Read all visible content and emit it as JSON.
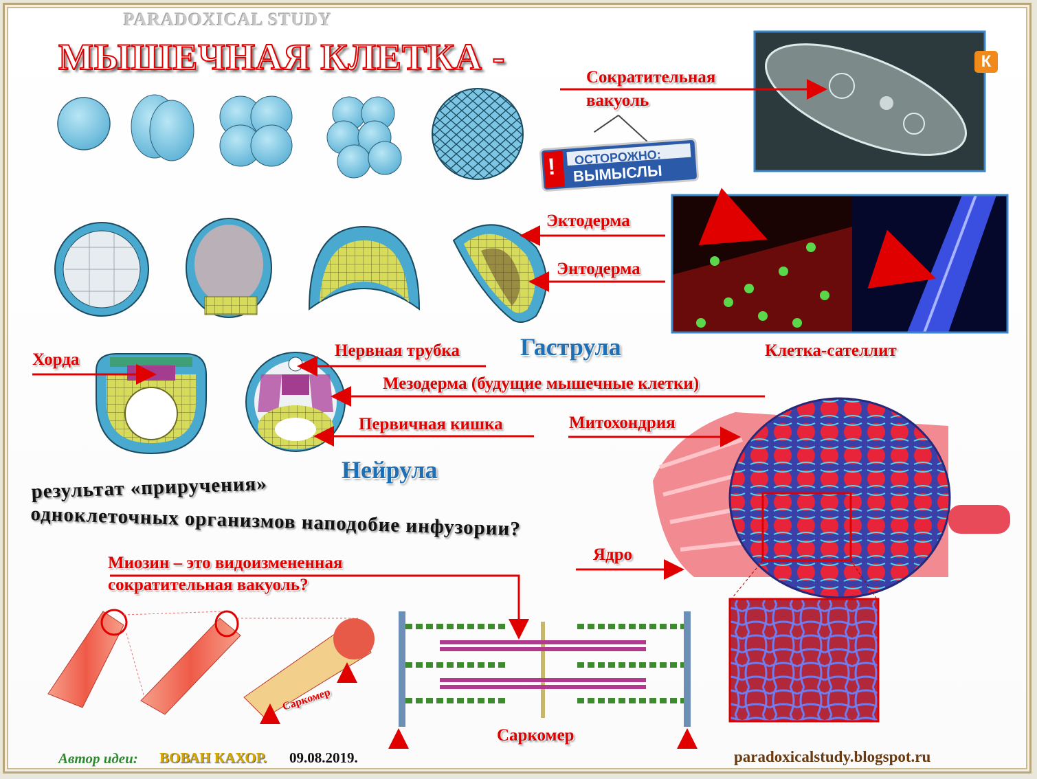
{
  "header": {
    "kicker": "PARADOXICAL STUDY",
    "title": "МЫШЕЧНАЯ КЛЕТКА -"
  },
  "labels": {
    "contractile_vacuole": "Сократительная\nвакуоль",
    "ectoderm": "Эктодерма",
    "entoderm": "Энтодерма",
    "gastrula": "Гаструла",
    "satellite_cell": "Клетка-сателлит",
    "chorda": "Хорда",
    "neural_tube": "Нервная трубка",
    "mesoderm": "Мезодерма (будущие мышечные клетки)",
    "primary_gut": "Первичная кишка",
    "mitochondria": "Митохондрия",
    "neurula": "Нейрула",
    "nucleus": "Ядро",
    "myosin_note": "Миозин – это видоизмененная\nсократительная вакуоль?",
    "sarcomere_small": "Саркомер",
    "sarcomere": "Саркомер"
  },
  "question": {
    "line1": "результат «приручения»",
    "line2": "одноклеточных организмов наподобие инфузории?"
  },
  "warning_sign": {
    "line1": "ОСТОРОЖНО:",
    "line2": "ВЫМЫСЛЫ",
    "mark": "!"
  },
  "logo": {
    "letter": "К"
  },
  "footer": {
    "author_label": "Автор идеи:",
    "author_name": "ВОВАН КАХОР.",
    "date": "09.08.2019.",
    "site": "paradoxicalstudy.blogspot.ru"
  },
  "colors": {
    "label_red": "#e00000",
    "stage_blue": "#1f6fb5",
    "cell_blue": "#7cc6e3",
    "endoderm_yellow": "#d6dc5a",
    "author_green": "#2f8a2f",
    "author_gold": "#d4a800",
    "site_brown": "#6b3a10"
  }
}
